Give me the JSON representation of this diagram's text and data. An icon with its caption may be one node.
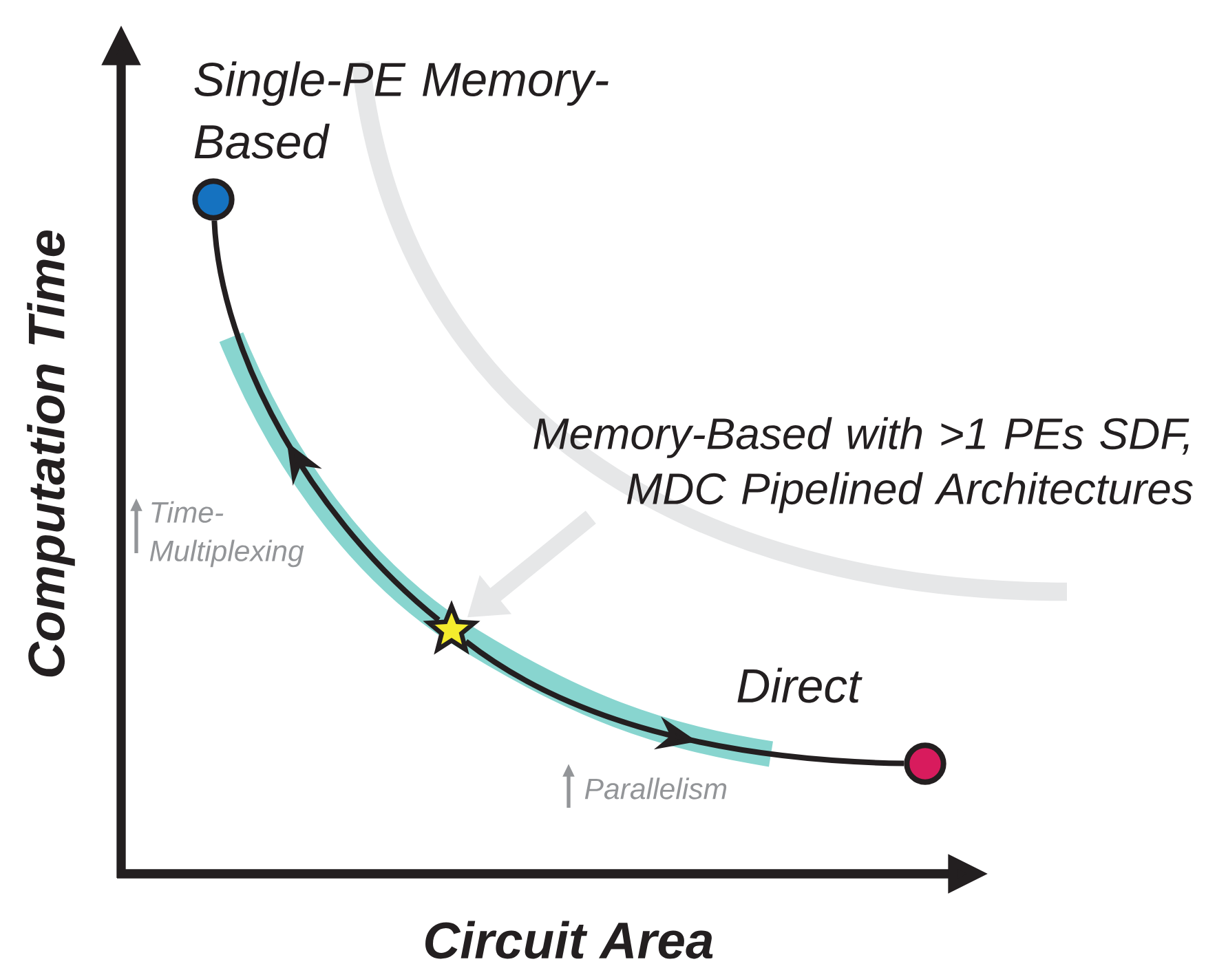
{
  "diagram": {
    "nodes": [
      {
        "text": [],
        "shape": "circle",
        "beside": [
          "Single-PE Memory-Based"
        ]
      },
      {
        "text": [],
        "shape": "star"
      },
      {
        "text": [],
        "shape": "circle",
        "beside": [
          "Direct"
        ]
      },
      {
        "text": [
          "Memory-Based with >1 PEs SDF, MDC Pipelined Architectures"
        ]
      }
    ],
    "edges": [
      {
        "from": 1,
        "to": 0,
        "arrow": "to"
      },
      {
        "from": 1,
        "to": 2,
        "arrow": "to"
      },
      {
        "from": 3,
        "to": 1,
        "arrow": "to",
        "style": "thick",
        "color": "#e6e7e8"
      }
    ],
    "labels": [
      "Computation Time",
      "Time-Multiplexing",
      "Parallelism",
      "Circuit Area"
    ]
  }
}
